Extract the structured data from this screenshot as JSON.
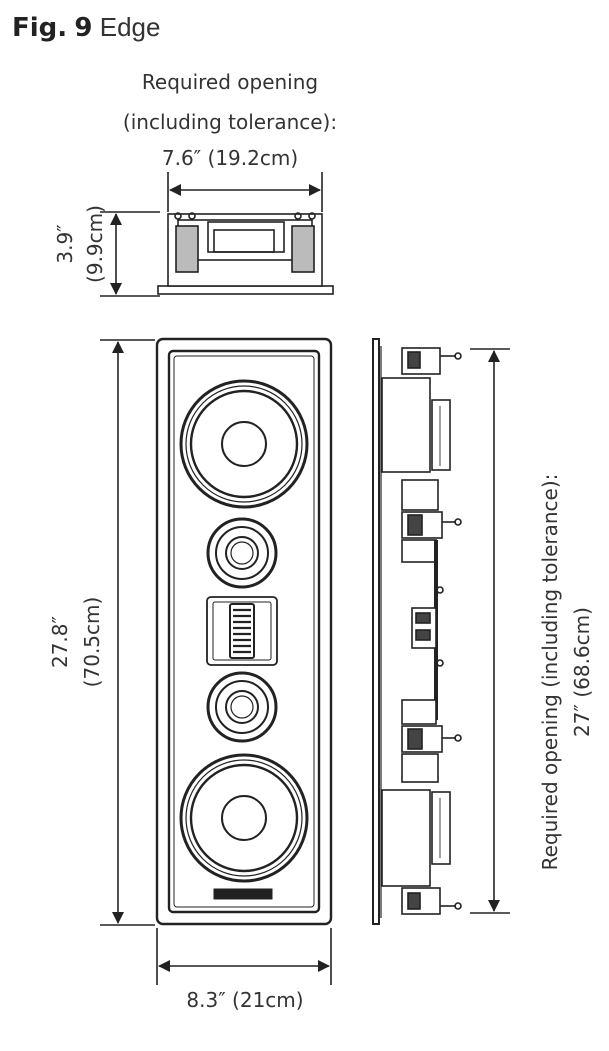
{
  "figure": {
    "prefix": "Fig.",
    "number": "9",
    "name": "Edge"
  },
  "dimensions": {
    "top_width": {
      "line1": "Required opening",
      "line2": "(including tolerance):",
      "line3": "7.6″ (19.2cm)"
    },
    "top_depth": {
      "line1": "3.9″",
      "line2": "(9.9cm)"
    },
    "height": {
      "line1": "27.8″",
      "line2": "(70.5cm)"
    },
    "bottom_width": {
      "text": "8.3″ (21cm)"
    },
    "side_opening": {
      "line1": "Required opening (including tolerance):",
      "line2": "27″ (68.6cm)"
    }
  },
  "colors": {
    "line": "#222222",
    "panel": "#ffffff",
    "gray": "#888888"
  }
}
